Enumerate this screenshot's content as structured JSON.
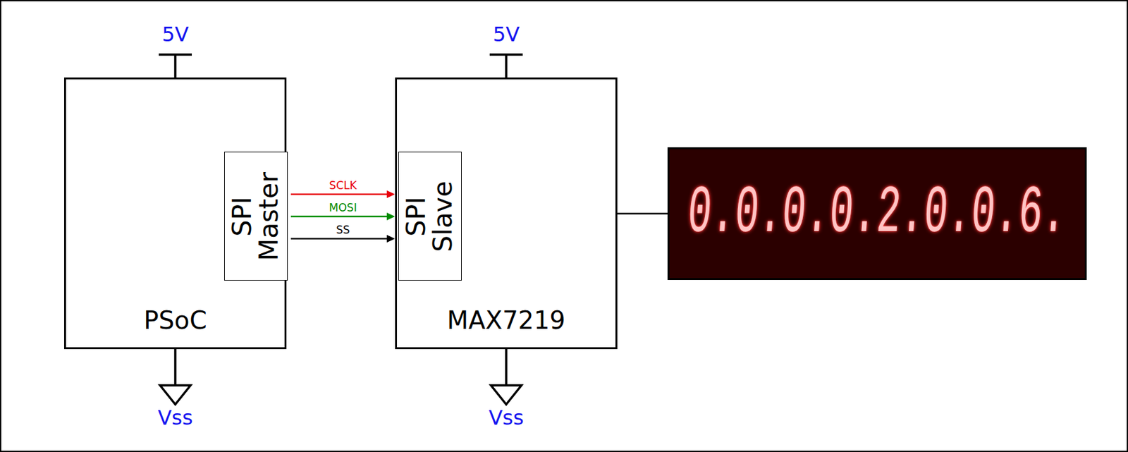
{
  "diagram": {
    "nodes": [
      {
        "text": [
          "PSoC"
        ]
      },
      {
        "text": [
          "SPI Master"
        ],
        "in": 0
      },
      {
        "text": [
          "MAX7219"
        ]
      },
      {
        "text": [
          "SPI Slave"
        ],
        "in": 2
      },
      {
        "text": [
          "0.0.0.0.2.0.0.6."
        ]
      }
    ],
    "edges": [
      {
        "from": 1,
        "to": 3,
        "label": "SCLK",
        "arrow": "to"
      },
      {
        "from": 1,
        "to": 3,
        "label": "MOSI",
        "arrow": "to"
      },
      {
        "from": 1,
        "to": 3,
        "label": "SS",
        "arrow": "to"
      },
      {
        "from": 2,
        "to": 4,
        "arrow": "none"
      }
    ],
    "labels": [
      "5V",
      "5V",
      "Vss",
      "Vss"
    ]
  }
}
